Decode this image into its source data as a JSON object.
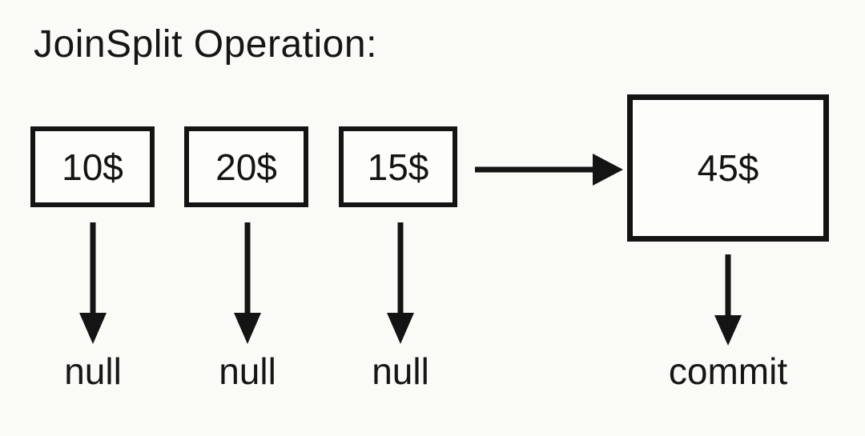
{
  "colors": {
    "background": "#fafaf7",
    "ink": "#161616"
  },
  "title": "JoinSplit Operation:",
  "diagram": {
    "inputs": [
      {
        "value": "10$",
        "result": "null"
      },
      {
        "value": "20$",
        "result": "null"
      },
      {
        "value": "15$",
        "result": "null"
      }
    ],
    "output": {
      "value": "45$",
      "result": "commit"
    }
  }
}
